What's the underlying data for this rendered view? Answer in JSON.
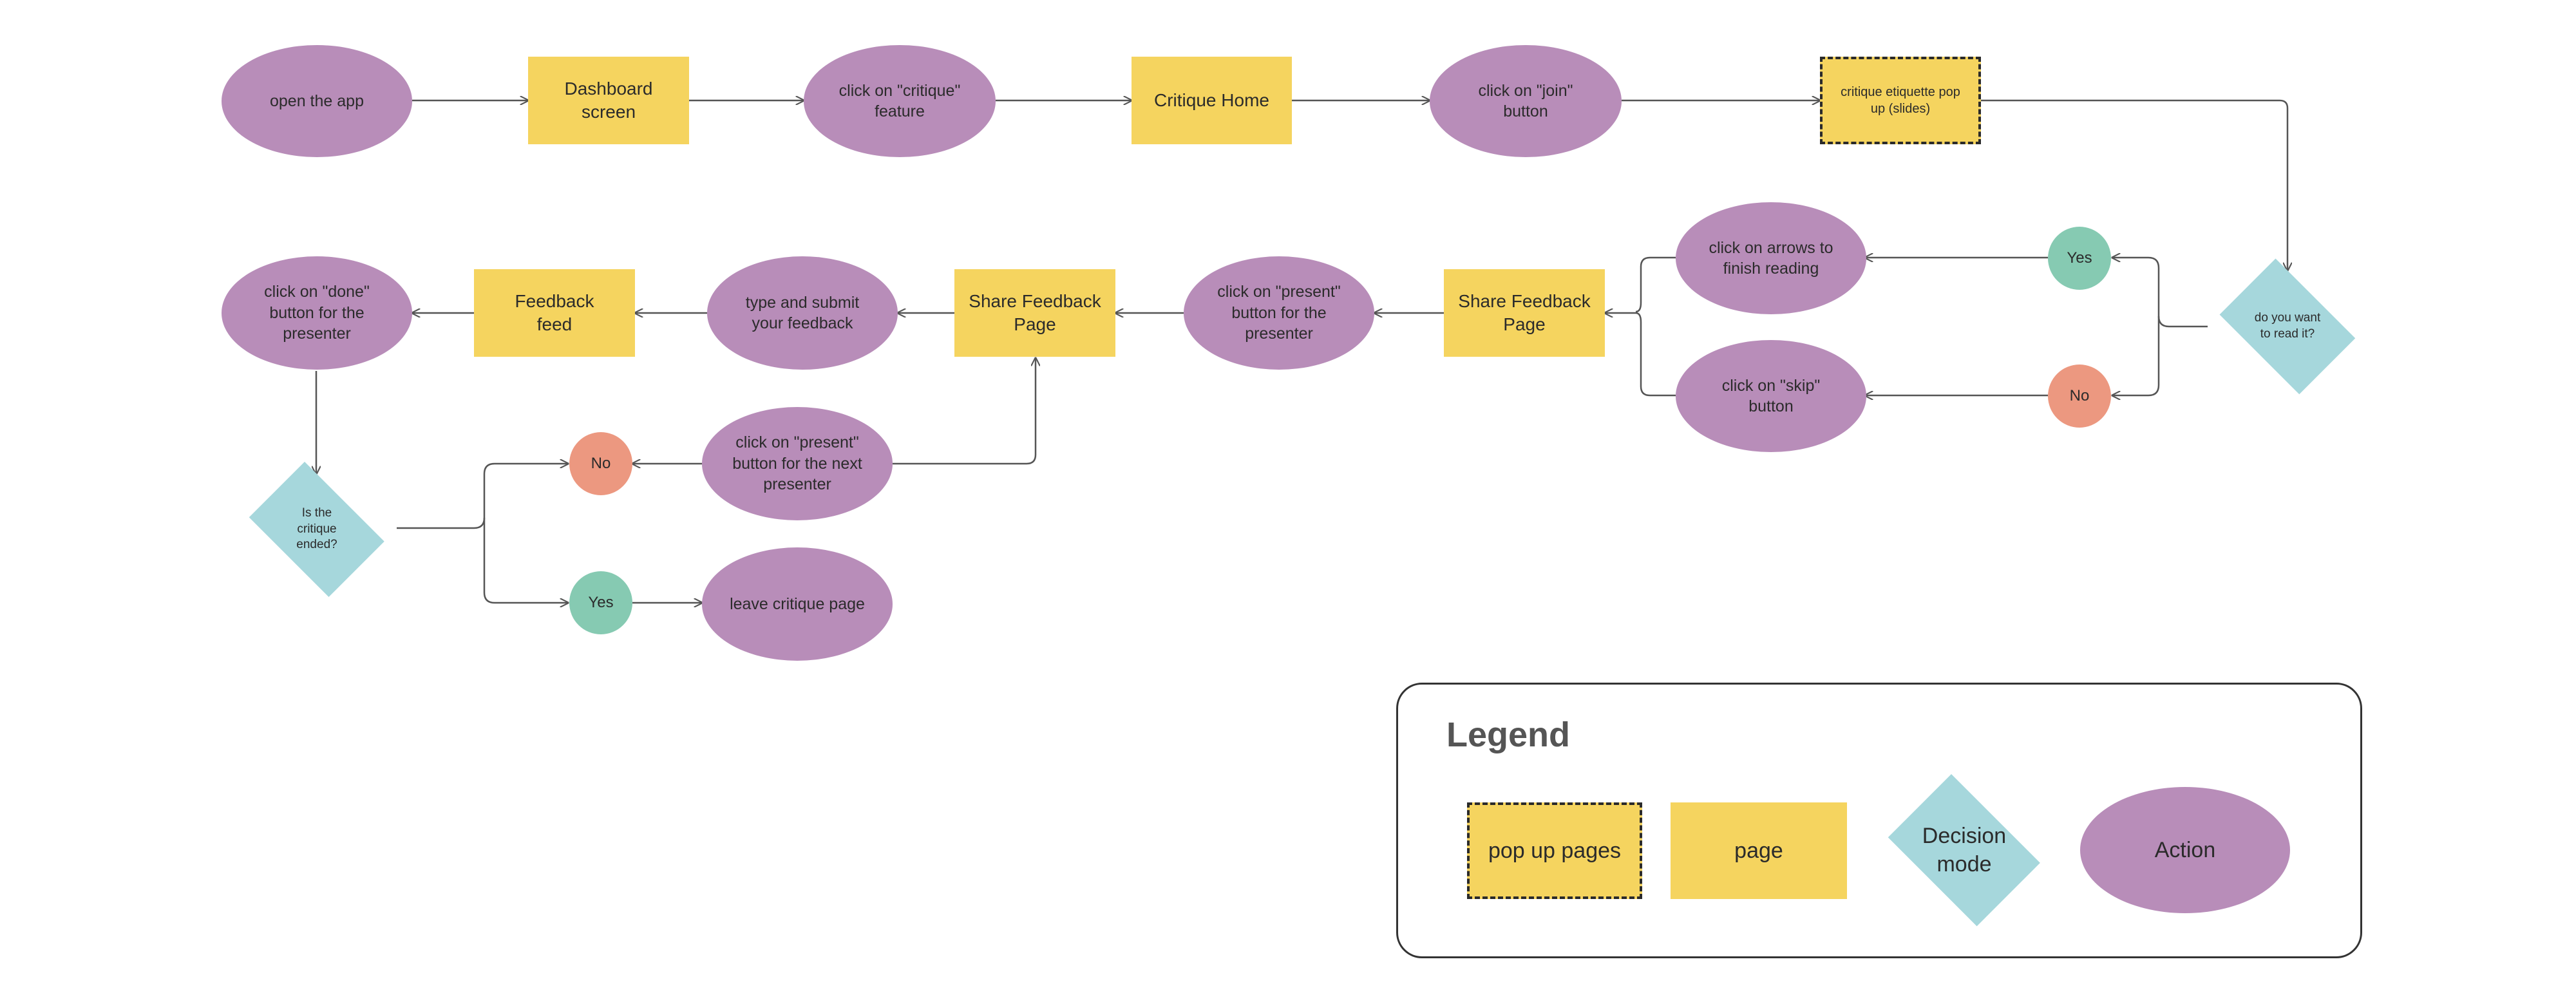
{
  "colors": {
    "action": "#B88DB9",
    "page": "#F5D45F",
    "decision": "#A6D7DC",
    "yes": "#86CAB2",
    "no": "#EC9880",
    "line": "#555555"
  },
  "nodes": {
    "open_app": "open the app",
    "dashboard": "Dashboard screen",
    "click_critique": "click on \"critique\" feature",
    "critique_home": "Critique Home",
    "click_join": "click on \"join\" button",
    "etiquette_popup": "critique etiquette pop up (slides)",
    "want_read": "do you want to read it?",
    "yes_1": "Yes",
    "no_1": "No",
    "arrows_finish": "click on arrows to finish reading",
    "click_skip": "click on \"skip\" button",
    "share_feedback_1": "Share Feedback Page",
    "click_present": "click on \"present\" button for the presenter",
    "share_feedback_2": "Share Feedback Page",
    "type_submit": "type and submit your feedback",
    "feedback_feed": "Feedback feed",
    "click_done": "click on \"done\" button for the presenter",
    "critique_ended": "Is the critique ended?",
    "no_2": "No",
    "yes_2": "Yes",
    "present_next": "click on \"present\" button for the next presenter",
    "leave_critique": "leave critique page"
  },
  "legend": {
    "title": "Legend",
    "popup": "pop up pages",
    "page": "page",
    "decision": "Decision mode",
    "action": "Action"
  }
}
